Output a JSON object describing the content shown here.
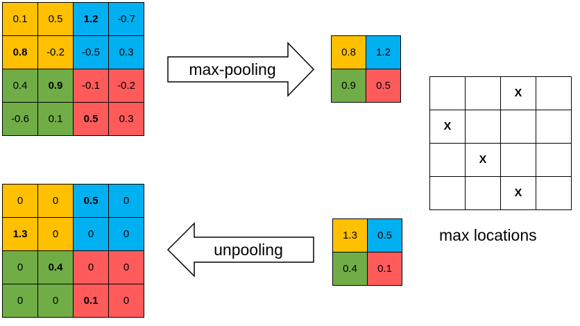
{
  "colors": {
    "yellow": "#FFC000",
    "blue": "#00B0F0",
    "green": "#70AD47",
    "red": "#FF5B5B"
  },
  "input_matrix": [
    [
      {
        "v": "0.1",
        "c": "y"
      },
      {
        "v": "0.5",
        "c": "y"
      },
      {
        "v": "1.2",
        "c": "b",
        "bold": true
      },
      {
        "v": "-0.7",
        "c": "b"
      }
    ],
    [
      {
        "v": "0.8",
        "c": "y",
        "bold": true
      },
      {
        "v": "-0.2",
        "c": "y"
      },
      {
        "v": "-0.5",
        "c": "b"
      },
      {
        "v": "0.3",
        "c": "b"
      }
    ],
    [
      {
        "v": "0.4",
        "c": "g"
      },
      {
        "v": "0.9",
        "c": "g",
        "bold": true
      },
      {
        "v": "-0.1",
        "c": "r"
      },
      {
        "v": "-0.2",
        "c": "r"
      }
    ],
    [
      {
        "v": "-0.6",
        "c": "g"
      },
      {
        "v": "0.1",
        "c": "g"
      },
      {
        "v": "0.5",
        "c": "r",
        "bold": true
      },
      {
        "v": "0.3",
        "c": "r"
      }
    ]
  ],
  "pooled_matrix": [
    [
      {
        "v": "0.8",
        "c": "y"
      },
      {
        "v": "1.2",
        "c": "b"
      }
    ],
    [
      {
        "v": "0.9",
        "c": "g"
      },
      {
        "v": "0.5",
        "c": "r"
      }
    ]
  ],
  "max_locations": [
    [
      {
        "v": "",
        "c": "w"
      },
      {
        "v": "",
        "c": "w"
      },
      {
        "v": "X",
        "c": "w"
      },
      {
        "v": "",
        "c": "w"
      }
    ],
    [
      {
        "v": "X",
        "c": "w"
      },
      {
        "v": "",
        "c": "w"
      },
      {
        "v": "",
        "c": "w"
      },
      {
        "v": "",
        "c": "w"
      }
    ],
    [
      {
        "v": "",
        "c": "w"
      },
      {
        "v": "X",
        "c": "w"
      },
      {
        "v": "",
        "c": "w"
      },
      {
        "v": "",
        "c": "w"
      }
    ],
    [
      {
        "v": "",
        "c": "w"
      },
      {
        "v": "",
        "c": "w"
      },
      {
        "v": "X",
        "c": "w"
      },
      {
        "v": "",
        "c": "w"
      }
    ]
  ],
  "unpool_input": [
    [
      {
        "v": "1.3",
        "c": "y"
      },
      {
        "v": "0.5",
        "c": "b"
      }
    ],
    [
      {
        "v": "0.4",
        "c": "g"
      },
      {
        "v": "0.1",
        "c": "r"
      }
    ]
  ],
  "unpooled_matrix": [
    [
      {
        "v": "0",
        "c": "y"
      },
      {
        "v": "0",
        "c": "y"
      },
      {
        "v": "0.5",
        "c": "b",
        "bold": true
      },
      {
        "v": "0",
        "c": "b"
      }
    ],
    [
      {
        "v": "1.3",
        "c": "y",
        "bold": true
      },
      {
        "v": "0",
        "c": "y"
      },
      {
        "v": "0",
        "c": "b"
      },
      {
        "v": "0",
        "c": "b"
      }
    ],
    [
      {
        "v": "0",
        "c": "g"
      },
      {
        "v": "0.4",
        "c": "g",
        "bold": true
      },
      {
        "v": "0",
        "c": "r"
      },
      {
        "v": "0",
        "c": "r"
      }
    ],
    [
      {
        "v": "0",
        "c": "g"
      },
      {
        "v": "0",
        "c": "g"
      },
      {
        "v": "0.1",
        "c": "r",
        "bold": true
      },
      {
        "v": "0",
        "c": "r"
      }
    ]
  ],
  "labels": {
    "max_pooling": "max-pooling",
    "unpooling": "unpooling",
    "max_locations": "max locations"
  }
}
